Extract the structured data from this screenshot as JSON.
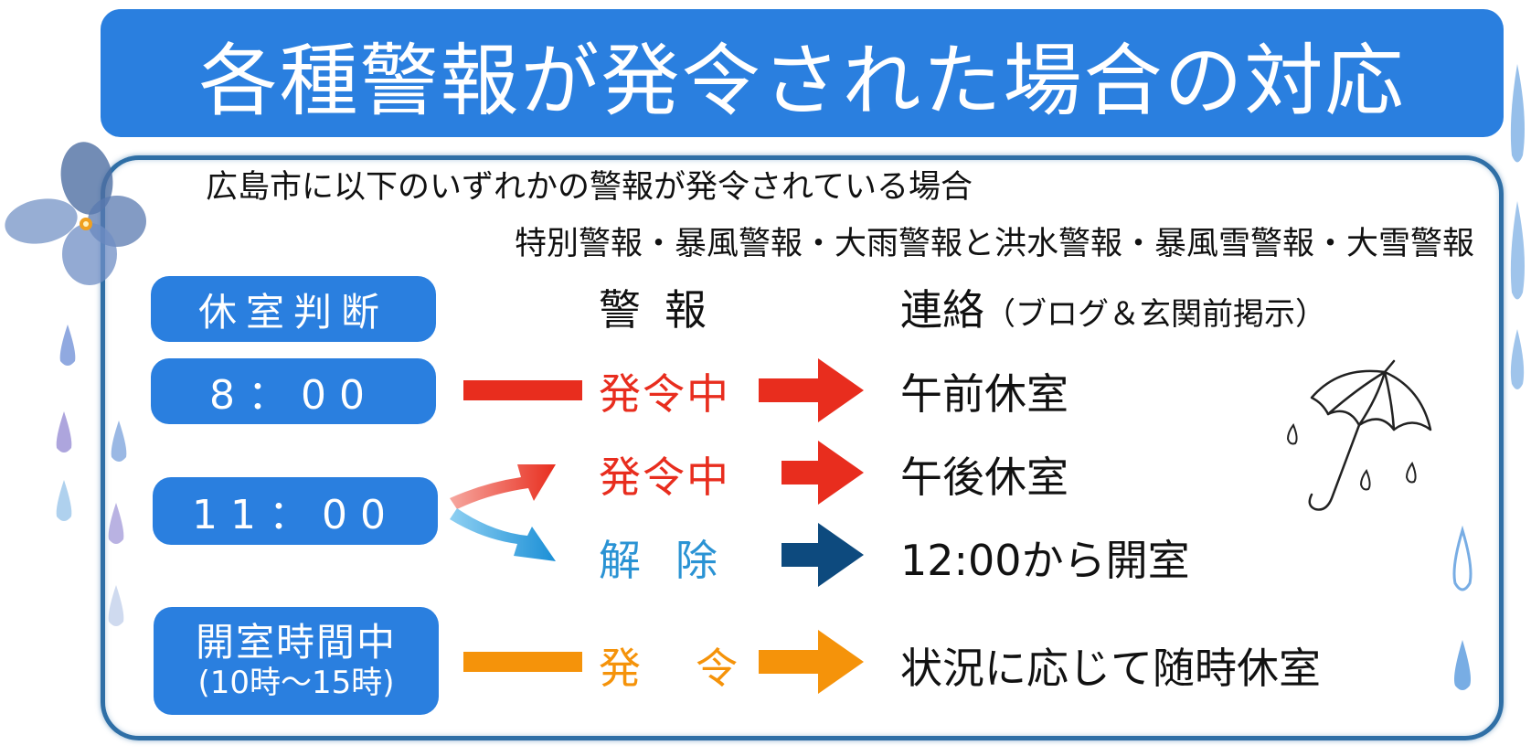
{
  "title": "各種警報が発令された場合の対応",
  "intro": "広島市に以下のいずれかの警報が発令されている場合",
  "warning_types": "特別警報・暴風警報・大雨警報と洪水警報・暴風雪警報・大雪警報",
  "headers": {
    "judgement": "休室判断",
    "alert": "警報",
    "contact": "連絡",
    "contact_note": "（ブログ＆玄関前掲示）"
  },
  "times": {
    "t8": "8：00",
    "t11": "11：00",
    "open_hours": "開室時間中",
    "open_hours_range": "(10時～15時)"
  },
  "statuses": {
    "issued_8": "発令中",
    "issued_11": "発令中",
    "lifted_11": "解除",
    "issued_open": "発令"
  },
  "results": {
    "r8": "午前休室",
    "r11_issued": "午後休室",
    "r11_lifted": "12:00から開室",
    "r_open": "状況に応じて随時休室"
  },
  "colors": {
    "primary_blue": "#2a7fdf",
    "frame_blue": "#2f6fa6",
    "red": "#e82d1e",
    "navy": "#0d4a7e",
    "light_blue": "#2a93d4",
    "orange": "#f5930a"
  }
}
